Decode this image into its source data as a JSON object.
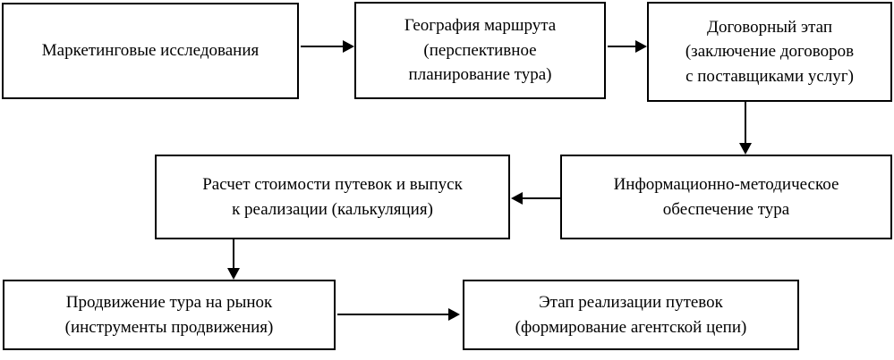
{
  "diagram": {
    "type": "flowchart",
    "orientation": "left-to-right, serpentine",
    "background_color": "#ffffff",
    "line_color": "#000000",
    "text_color": "#000000",
    "nodes": [
      {
        "id": "marketing-research",
        "label": "Маркетинговые исследования",
        "shape": "rectangle"
      },
      {
        "id": "route-geography",
        "label": "География маршрута\n(перспективное\nпланирование тура)",
        "shape": "rectangle"
      },
      {
        "id": "contract-stage",
        "label": "Договорный этап\n(заключение договоров\nс поставщиками услуг)",
        "shape": "rectangle"
      },
      {
        "id": "cost-calculation",
        "label": "Расчет стоимости путевок и выпуск\nк реализации (калькуляция)",
        "shape": "rectangle"
      },
      {
        "id": "info-method-support",
        "label": "Информационно-методическое\nобеспечение тура",
        "shape": "rectangle"
      },
      {
        "id": "tour-promotion",
        "label": "Продвижение тура на рынок\n(инструменты продвижения)",
        "shape": "rectangle"
      },
      {
        "id": "sales-stage",
        "label": "Этап реализации путевок\n(формирование агентской цепи)",
        "shape": "rectangle"
      }
    ],
    "edges": [
      {
        "from": "marketing-research",
        "to": "route-geography",
        "direction": "right"
      },
      {
        "from": "route-geography",
        "to": "contract-stage",
        "direction": "right"
      },
      {
        "from": "contract-stage",
        "to": "info-method-support",
        "direction": "down"
      },
      {
        "from": "info-method-support",
        "to": "cost-calculation",
        "direction": "left"
      },
      {
        "from": "cost-calculation",
        "to": "tour-promotion",
        "direction": "down"
      },
      {
        "from": "tour-promotion",
        "to": "sales-stage",
        "direction": "right"
      }
    ]
  }
}
